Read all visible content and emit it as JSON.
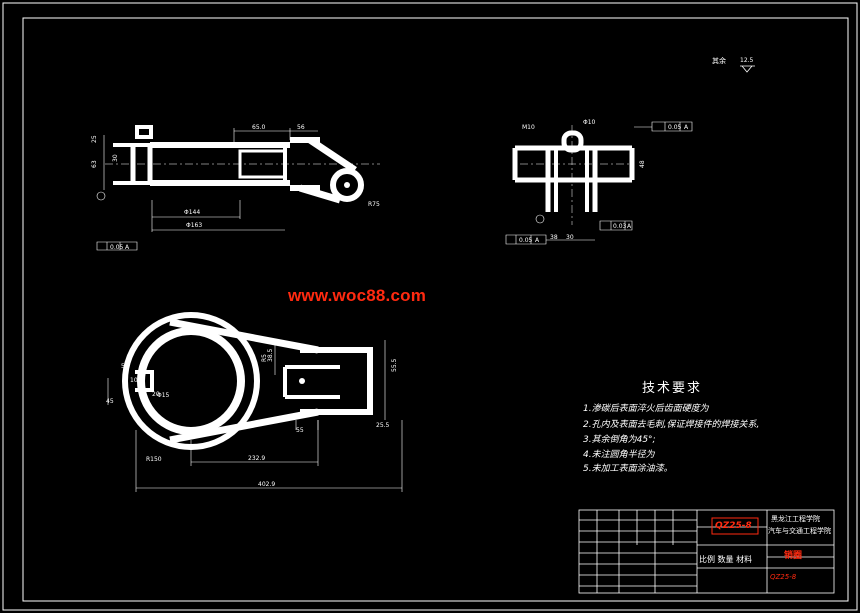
{
  "watermark": "www.woc88.com",
  "roughness_note": {
    "label": "其余",
    "value": "12.5"
  },
  "requirements": {
    "title": "技术要求",
    "items": [
      "1.渗碳后表面淬火后齿面硬度为",
      "2.孔内及表面去毛刺,保证焊接件的焊接关系,",
      "3.其余倒角为45°;",
      "4.未注圆角半径为",
      "5.未加工表面涂油漆。"
    ]
  },
  "title_block": {
    "drawing_no": "QZ25-8",
    "org_line1": "黑龙江工程学院",
    "org_line2": "汽车与交通工程学院",
    "part_name": "销圈",
    "scale_row": "比例 数量 材料",
    "bottom_code": "QZ25-8"
  },
  "dimensions": {
    "front": [
      "65.0",
      "56",
      "Φ144",
      "Φ163",
      "25",
      "63",
      "30",
      "R75",
      "0.05",
      "A"
    ],
    "side": [
      "M10",
      "Φ10",
      "0.05",
      "A",
      "48",
      "30",
      "38",
      "0.03",
      "A",
      "0.05",
      "A"
    ],
    "plan": [
      "R5",
      "38.5",
      "55.5",
      "5",
      "45",
      "55",
      "R150",
      "232.9",
      "402.9",
      "10",
      "20",
      "25.5",
      "Φ15"
    ]
  },
  "colors": {
    "line": "#ffffff",
    "accent": "#ff2a10",
    "dim": "#ffffff",
    "frame": "#ffffff"
  }
}
